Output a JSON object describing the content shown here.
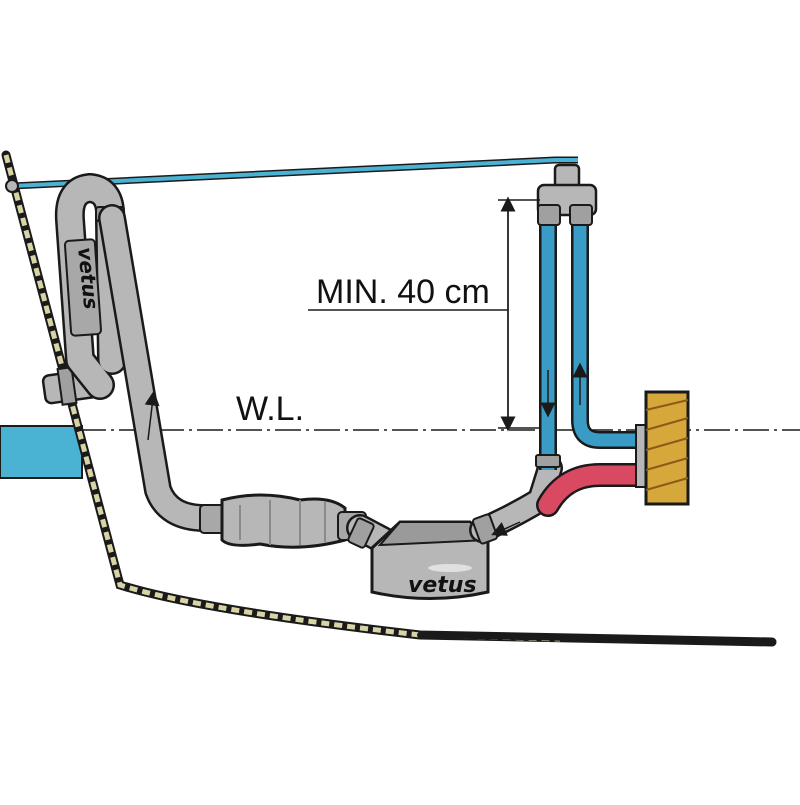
{
  "labels": {
    "min_height": "MIN. 40 cm",
    "waterline": "W.L."
  },
  "brand": {
    "muffler_logo": "vetus",
    "waterlock_logo": "vetus"
  },
  "colors": {
    "water_blue": "#4ab3d4",
    "cooling_hose": "#3a9cc4",
    "exhaust_gray": "#b7b7b7",
    "outline": "#1a1a1a",
    "engine_wood": "#d6a73a",
    "hot_hose_red": "#d94a62",
    "hull_rope": "#d8d4a6"
  }
}
